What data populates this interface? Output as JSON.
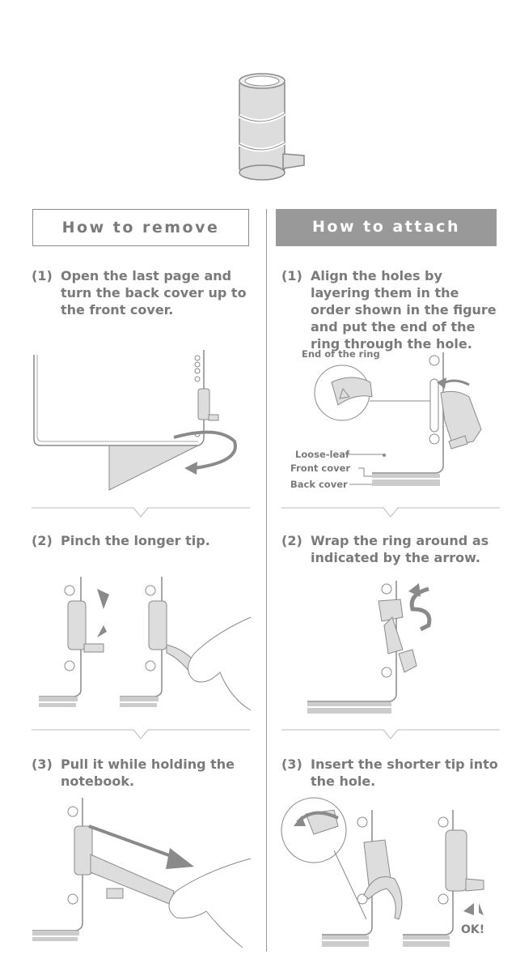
{
  "remove": {
    "header": "How to remove",
    "steps": [
      {
        "num": "(1)",
        "text": "Open the last page and turn the back cover up to the front cover."
      },
      {
        "num": "(2)",
        "text": "Pinch the longer tip."
      },
      {
        "num": "(3)",
        "text": "Pull it while holding the notebook."
      }
    ]
  },
  "attach": {
    "header": "How to attach",
    "steps": [
      {
        "num": "(1)",
        "text": "Align the holes by layering them in the order shown in the figure and put the end of the ring through the hole."
      },
      {
        "num": "(2)",
        "text": "Wrap the ring around as indicated by the arrow."
      },
      {
        "num": "(3)",
        "text": "Insert the shorter tip into the hole."
      }
    ],
    "labels": {
      "end_of_ring": "End of the ring",
      "loose_leaf": "Loose-leaf",
      "front_cover": "Front cover",
      "back_cover": "Back cover",
      "ok": "OK!"
    }
  },
  "colors": {
    "text": "#7a7a7a",
    "attach_header_bg": "#999999",
    "fill": "#d9d9d9",
    "stroke": "#8a8a8a"
  }
}
